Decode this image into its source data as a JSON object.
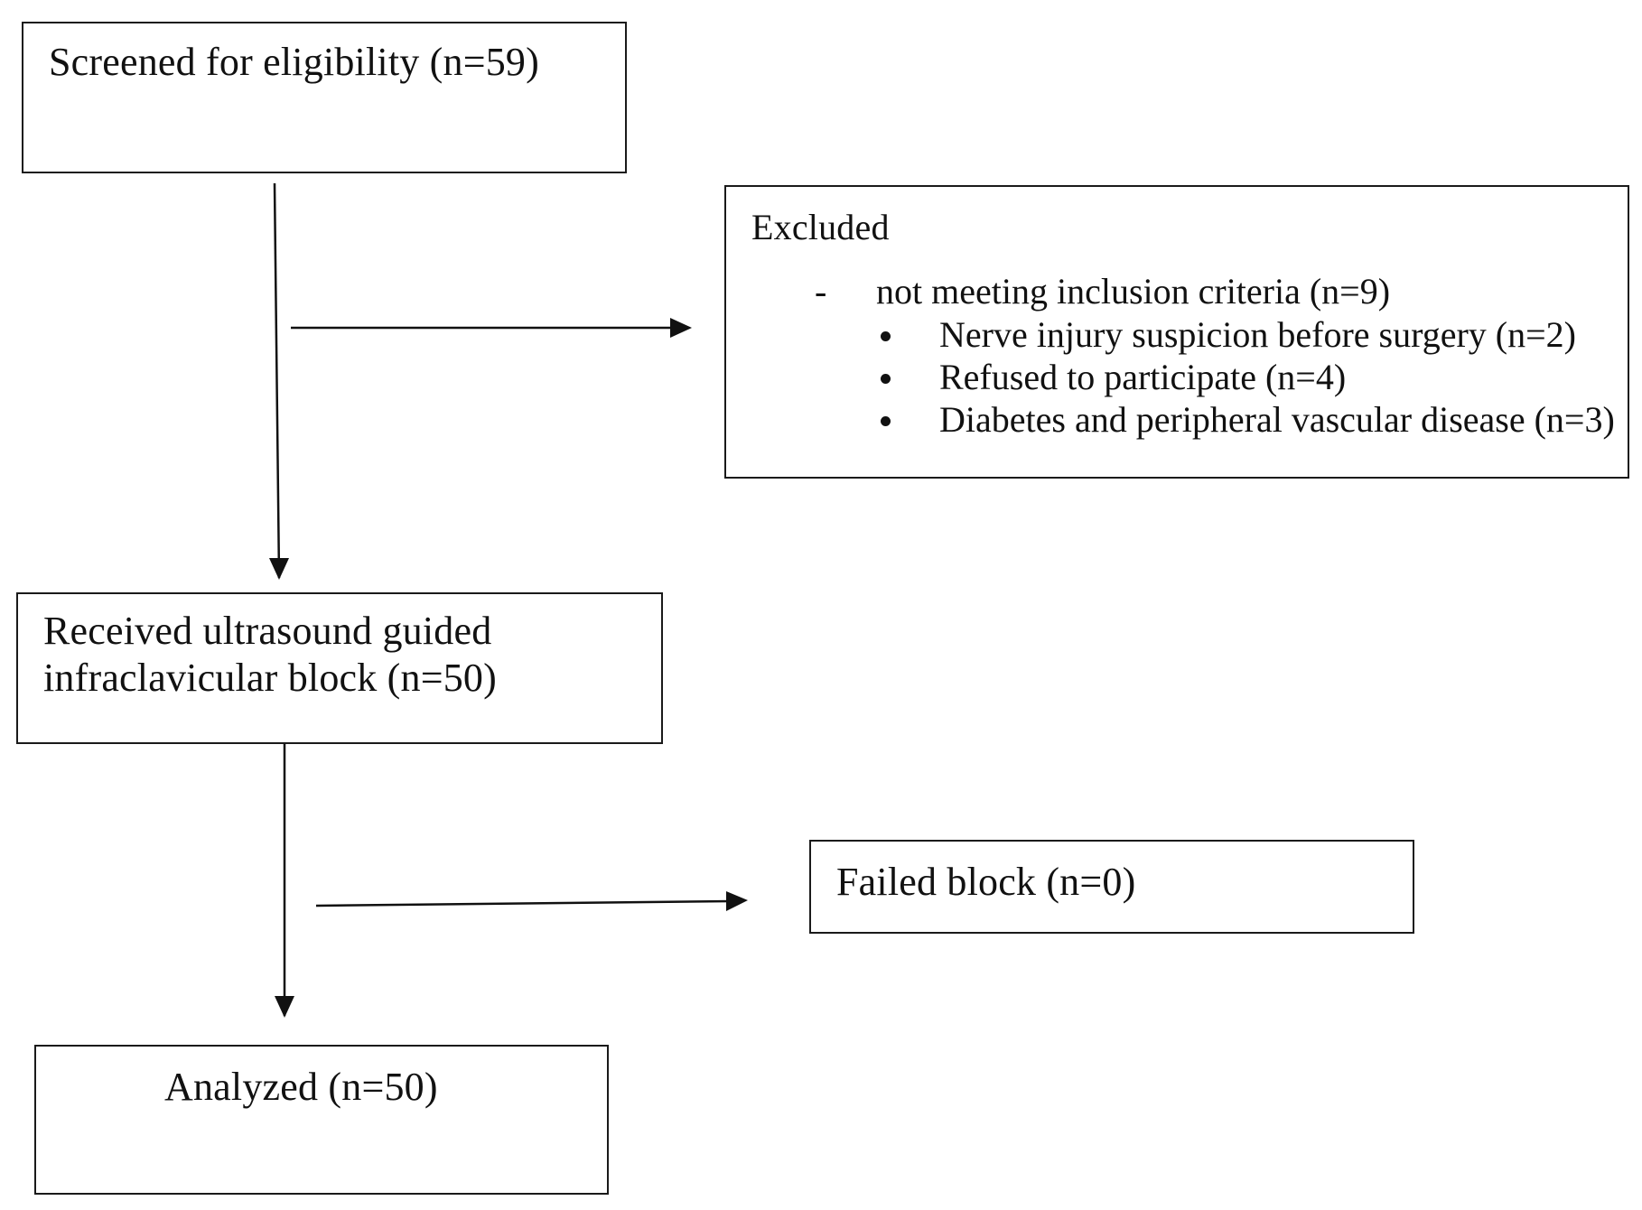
{
  "boxes": {
    "screened": {
      "label": "Screened for eligibility (n=59)"
    },
    "excluded": {
      "title": "Excluded",
      "sub_marker": "-",
      "sub_heading": "not meeting inclusion criteria (n=9)",
      "reasons": [
        "Nerve injury suspicion before surgery (n=2)",
        "Refused to participate (n=4)",
        "Diabetes and peripheral vascular disease (n=3)"
      ]
    },
    "received": {
      "line1": "Received ultrasound guided",
      "line2": "infraclavicular block (n=50)"
    },
    "failed": {
      "label": "Failed block (n=0)"
    },
    "analyzed": {
      "label": "Analyzed (n=50)"
    }
  }
}
